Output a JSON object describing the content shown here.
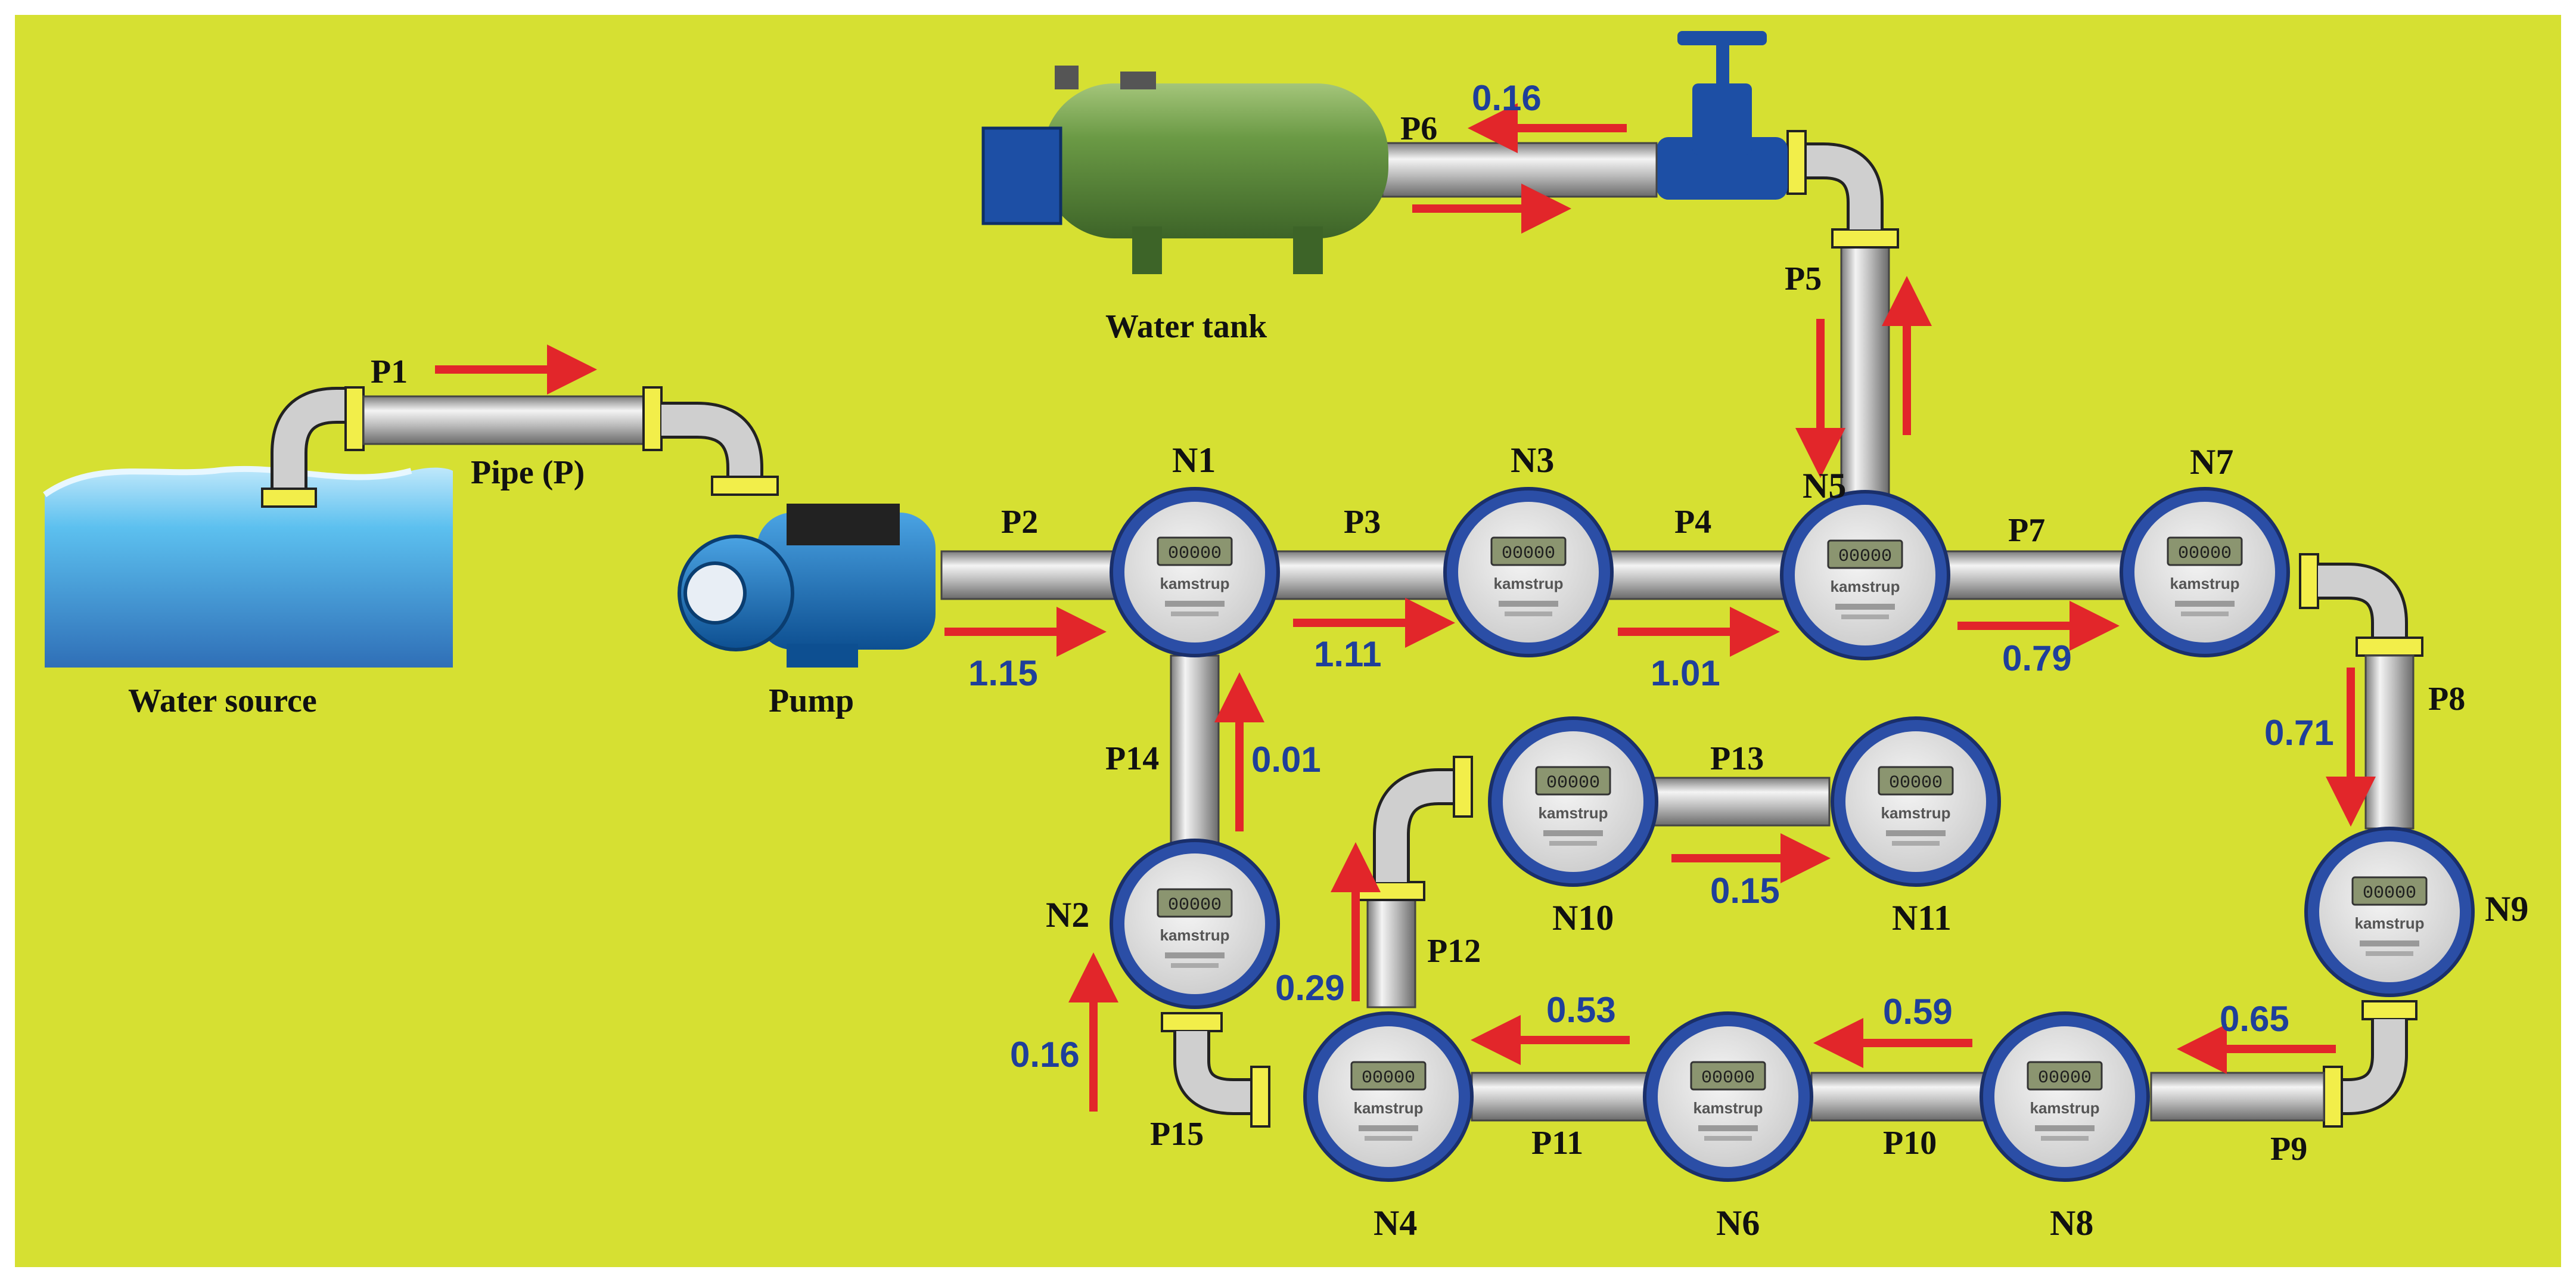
{
  "colors": {
    "background": "#d6e032",
    "pipe": "#b8b8b8",
    "pipe_dark": "#6f6f6f",
    "fitting": "#f2ee4a",
    "arrow": "#e2262a",
    "flow_text": "#1f3f9a",
    "meter_ring": "#2b4ea6",
    "tank": "#5d8f3a",
    "water": "#4ab0e6",
    "pump": "#1a6fb8",
    "valve": "#1d4fa5"
  },
  "components": {
    "water_source": "Water source",
    "pump": "Pump",
    "water_tank": "Water tank",
    "pipe_legend": "Pipe (P)"
  },
  "meter_brand": "kamstrup",
  "pipes": {
    "p1": "P1",
    "p2": "P2",
    "p3": "P3",
    "p4": "P4",
    "p5": "P5",
    "p6": "P6",
    "p7": "P7",
    "p8": "P8",
    "p9": "P9",
    "p10": "P10",
    "p11": "P11",
    "p12": "P12",
    "p13": "P13",
    "p14": "P14",
    "p15": "P15"
  },
  "nodes": {
    "n1": "N1",
    "n2": "N2",
    "n3": "N3",
    "n4": "N4",
    "n5": "N5",
    "n6": "N6",
    "n7": "N7",
    "n8": "N8",
    "n9": "N9",
    "n10": "N10",
    "n11": "N11"
  },
  "flows": {
    "p2": "1.15",
    "p3": "1.11",
    "p4": "1.01",
    "p6": "0.16",
    "p7": "0.79",
    "p8": "0.71",
    "p9": "0.65",
    "p10": "0.59",
    "p11": "0.53",
    "p12": "0.29",
    "p13": "0.15",
    "p14": "0.01",
    "p15": "0.16"
  }
}
